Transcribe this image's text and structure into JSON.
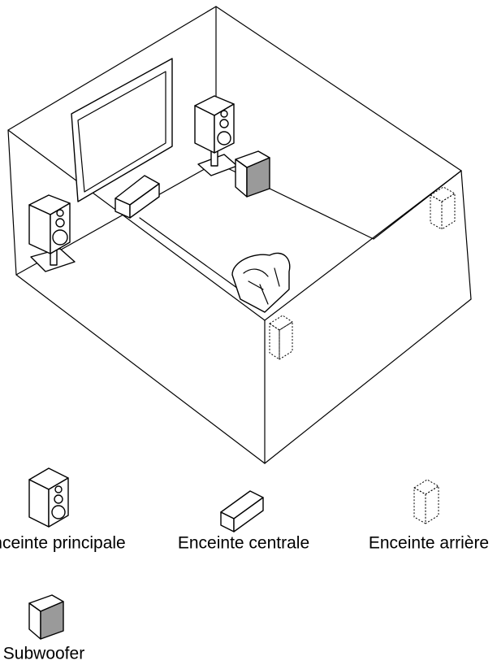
{
  "legend": {
    "main_speaker": "Enceinte principale",
    "center_speaker": "Enceinte centrale",
    "rear_speaker": "Enceinte arrière",
    "subwoofer": "Subwoofer"
  },
  "colors": {
    "line": "#000000",
    "subwoofer_fill": "#9a9a9a",
    "background": "#ffffff"
  },
  "icons": {
    "main_speaker": "floor-speaker-icon",
    "center_speaker": "center-speaker-icon",
    "rear_speaker": "rear-speaker-dotted-icon",
    "subwoofer": "subwoofer-icon",
    "seat": "armchair-icon",
    "screen": "tv-screen-icon"
  }
}
